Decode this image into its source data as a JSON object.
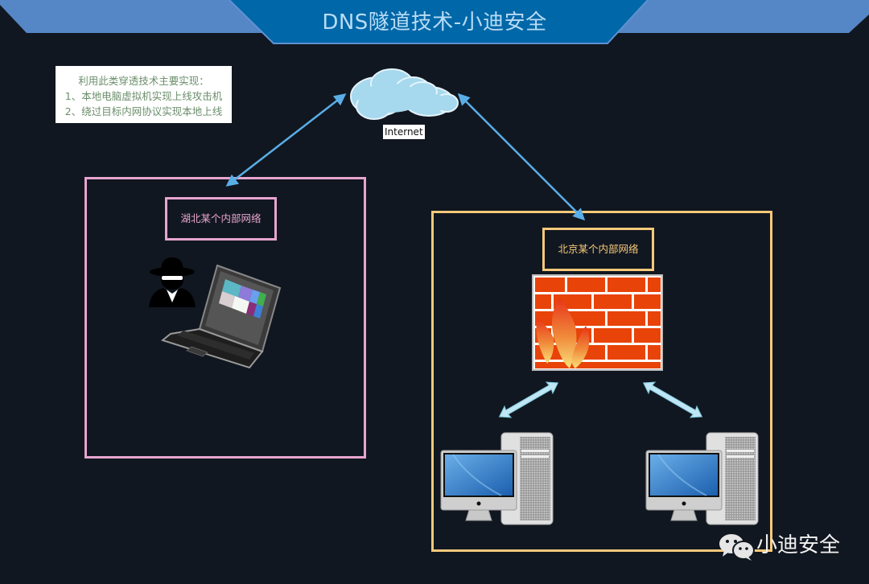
{
  "header": {
    "title": "DNS隧道技术-小迪安全",
    "colors": {
      "band": "#5586c6",
      "title_bg": "#0067a8",
      "title_text": "#b8dcf5"
    }
  },
  "note": {
    "lines": [
      "利用此类穿透技术主要实现：",
      "1、本地电脑虚拟机实现上线攻击机",
      "2、绕过目标内网协议实现本地上线"
    ]
  },
  "internet": {
    "label": "Internet",
    "icon": "cloud-icon"
  },
  "networks": [
    {
      "id": "hubei",
      "label": "湖北某个内部网络",
      "color": "#e7a5cf",
      "contents": [
        "hacker-icon",
        "laptop-icon"
      ]
    },
    {
      "id": "beijing",
      "label": "北京某个内部网络",
      "color": "#f7c97a",
      "contents": [
        "firewall-icon",
        "desktop-computer-icon",
        "desktop-computer-icon"
      ]
    }
  ],
  "connections": [
    {
      "from": "internet",
      "to": "hubei",
      "style": "double-arrow",
      "color": "#5aaee8"
    },
    {
      "from": "internet",
      "to": "beijing",
      "style": "double-arrow",
      "color": "#5aaee8"
    },
    {
      "from": "firewall",
      "to": "pc-left",
      "style": "double-arrow",
      "color": "#bfe6f3"
    },
    {
      "from": "firewall",
      "to": "pc-right",
      "style": "double-arrow",
      "color": "#bfe6f3"
    }
  ],
  "watermark": {
    "text": "小迪安全",
    "icon": "wechat-icon"
  },
  "background": "#111720"
}
